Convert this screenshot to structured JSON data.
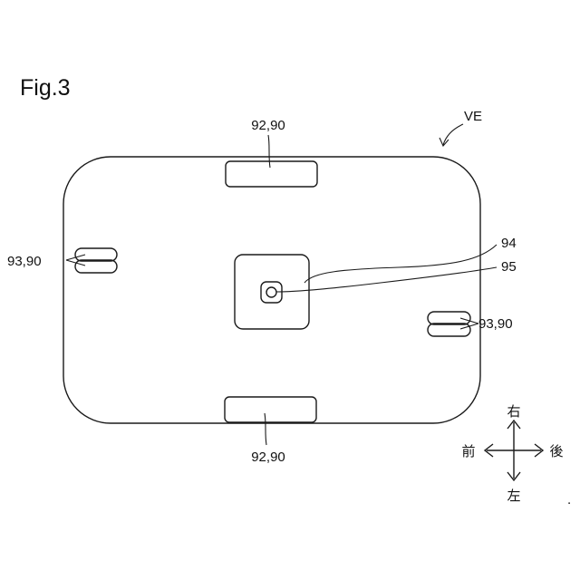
{
  "figure": {
    "title": "Fig.3"
  },
  "body": {
    "ref": "VE"
  },
  "labels": {
    "front_pad_top": "92,90",
    "front_pad_bottom": "92,90",
    "side_pad_left": "93,90",
    "side_pad_right": "93,90",
    "center_plate": "94",
    "center_hole": "95"
  },
  "directions": {
    "up": "右",
    "down": "左",
    "left": "前",
    "right": "後"
  },
  "stray_mark": "."
}
